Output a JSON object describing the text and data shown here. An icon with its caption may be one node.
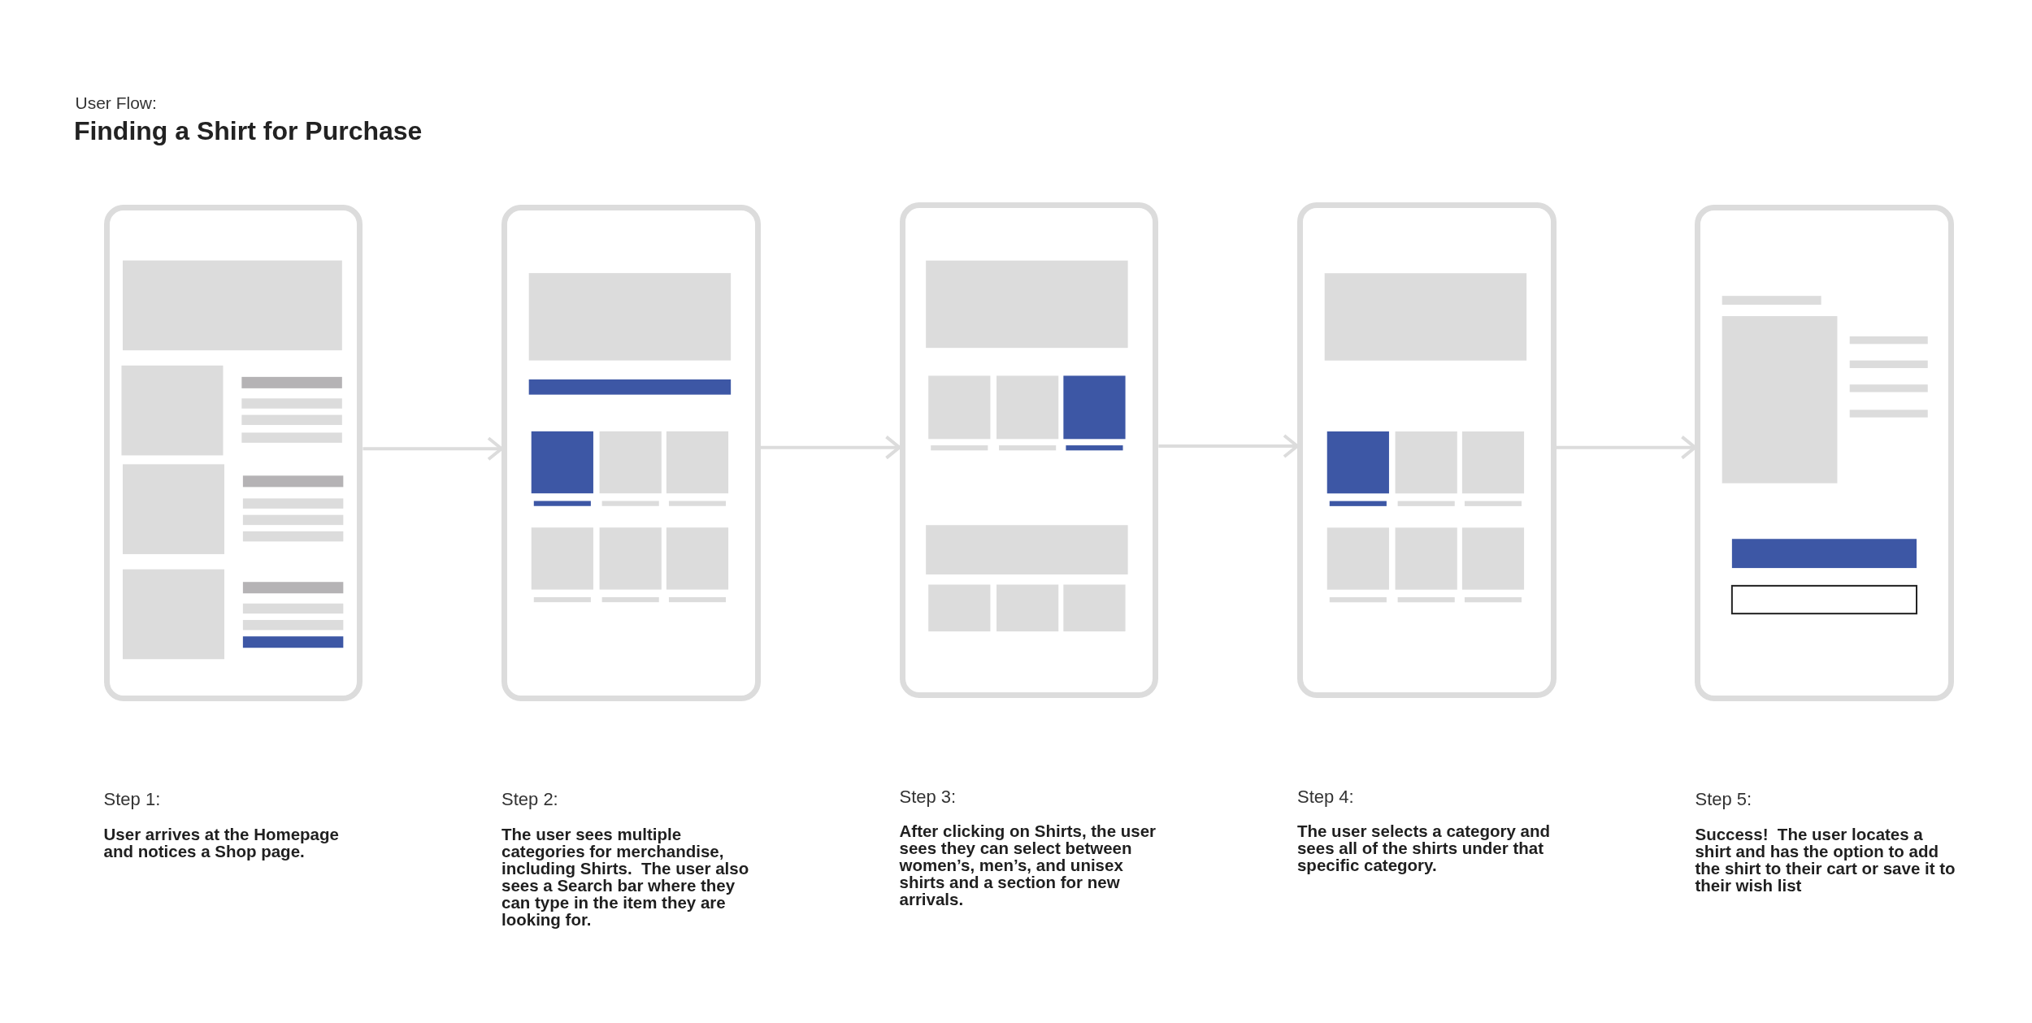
{
  "diagram": {
    "title": "Finding a Shirt for Purchase",
    "nodes": [
      {
        "text": [],
        "shape": "box",
        "beside": [
          "Step 1:",
          "User arrives at the Homepage and notices a Shop page."
        ]
      },
      {
        "text": [],
        "shape": "box",
        "beside": [
          "Step 2:",
          "The user sees multiple categories for merchandise, including Shirts.  The user also sees a Search bar where they can type in the item they are looking for."
        ]
      },
      {
        "text": [],
        "shape": "box",
        "beside": [
          "Step 3:",
          "After clicking on Shirts, the user sees they can select between women’s, men’s, and unisex shirts and a section for new arrivals."
        ]
      },
      {
        "text": [],
        "shape": "box",
        "beside": [
          "Step 4:",
          "The user selects a category and sees all of the shirts under that specific category."
        ]
      },
      {
        "text": [],
        "shape": "box",
        "beside": [
          "Step 5:",
          "Success!  The user locates a shirt and has the option to add the shirt to their cart or save it to their wish list"
        ]
      }
    ],
    "edges": [
      {
        "from": 0,
        "to": 1,
        "arrow": "to"
      },
      {
        "from": 1,
        "to": 2,
        "arrow": "to"
      },
      {
        "from": 2,
        "to": 3,
        "arrow": "to"
      },
      {
        "from": 3,
        "to": 4,
        "arrow": "to"
      }
    ],
    "labels": [
      "User Flow:"
    ]
  }
}
